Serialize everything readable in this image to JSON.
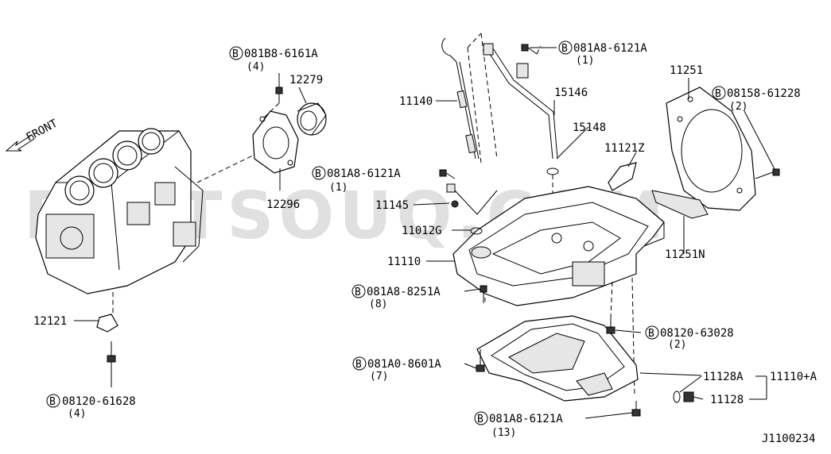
{
  "watermark": "PARTSOUQ.COM",
  "diagram_id": "J1100234",
  "direction_label": "FRONT",
  "callouts": [
    {
      "id": "bolt-08188-6161a",
      "code": "081B8-6161A",
      "qty": "(4)"
    },
    {
      "id": "bolt-081a8-6121a-top",
      "code": "081A8-6121A",
      "qty": "(1)"
    },
    {
      "id": "bolt-08158-61228",
      "code": "08158-61228",
      "qty": "(2)"
    },
    {
      "id": "bolt-081a8-6121a-mid",
      "code": "081A8-6121A",
      "qty": "(1)"
    },
    {
      "id": "bolt-081a8-8251a",
      "code": "081A8-8251A",
      "qty": "(8)"
    },
    {
      "id": "bolt-08120-63028",
      "code": "08120-63028",
      "qty": "(2)"
    },
    {
      "id": "bolt-081a0-8601a",
      "code": "081A0-8601A",
      "qty": "(7)"
    },
    {
      "id": "bolt-08120-61628",
      "code": "08120-61628",
      "qty": "(4)"
    },
    {
      "id": "bolt-081a8-6121a-bottom",
      "code": "081A8-6121A",
      "qty": "(13)"
    }
  ],
  "parts": {
    "p12279": "12279",
    "p12296": "12296",
    "p11140": "11140",
    "p15146": "15146",
    "p15148": "15148",
    "p11121z": "11121Z",
    "p11251": "11251",
    "p11251n": "11251N",
    "p11145": "11145",
    "p11012g": "11012G",
    "p11110": "11110",
    "p12121": "12121",
    "p11128a": "11128A",
    "p11128": "11128",
    "p11110a": "11110+A"
  },
  "badge_letter": "B"
}
